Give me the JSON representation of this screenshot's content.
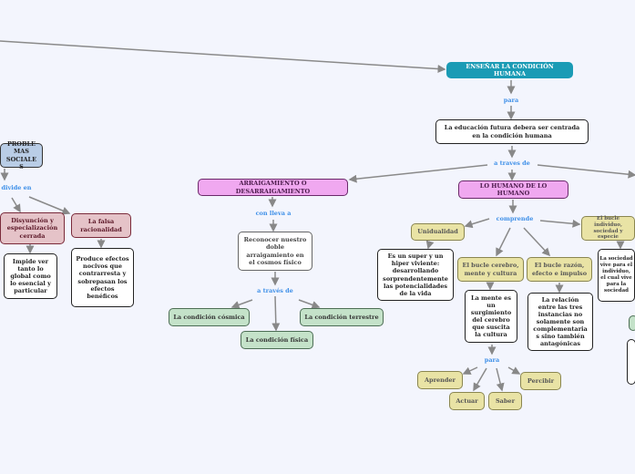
{
  "colors": {
    "teal": "#1a9bb5",
    "pink": "#f0a8f0",
    "yellow": "#e9e3a5",
    "green": "#c4e2c9",
    "rose": "#e5c3c8",
    "blue": "#b9cde6",
    "link_label": "#3d8fe8"
  },
  "nodes": {
    "ensenar": "ENSEÑAR LA CONDICIÓN HUMANA",
    "educacion": "La educación futura debera ser centrada en la condición humana",
    "lo_humano": "LO HUMANO DE LO HUMANO",
    "unidualidad": "Unidualidad",
    "super": "Es un super y un hiper viviente: desarrollando sorprendentemente las potencialidades de la vida",
    "bucle_cerebro": "El bucle cerebro, mente y cultura",
    "mente": "La mente es un surgimiento del cerebro que suscita la cultura",
    "bucle_razon": "El bucle razón, efecto e impulso",
    "relacion": "La relación entre las tres instancias no solamente son complementaria s sino también antagónicas",
    "bucle_individuo": "El bucle individuo, sociedad y especie",
    "sociedad": "La sociedad vive para el individuo, el cual vive para la sociedad",
    "aprender": "Aprender",
    "actuar": "Actuar",
    "saber": "Saber",
    "percibir": "Percibir",
    "arraigamiento": "ARRAIGAMIENTO O DESARRAIGAMIENTO",
    "reconocer": "Reconocer nuestro doble arraigamiento en el cosmos físico",
    "cosmica": "La condición cósmica",
    "terrestre": "La condición terrestre",
    "fisica": "La condición física",
    "problemas": "PROBLEMAS SOCIALES",
    "disyuncion": "Disyunción y especialización cerrada",
    "falsa": "La falsa racionalidad",
    "impide": "Impide ver tanto lo global como lo esencial y particular",
    "produce": "Produce efectos nocivos que contrarresta y sobrepasan los efectos benéficos"
  },
  "links": {
    "para1": "para",
    "a_traves": "a traves de",
    "comprende": "comprende",
    "para2": "para",
    "con_lleva": "con lleva a",
    "a_traves2": "a través de",
    "divide": "divide en"
  }
}
